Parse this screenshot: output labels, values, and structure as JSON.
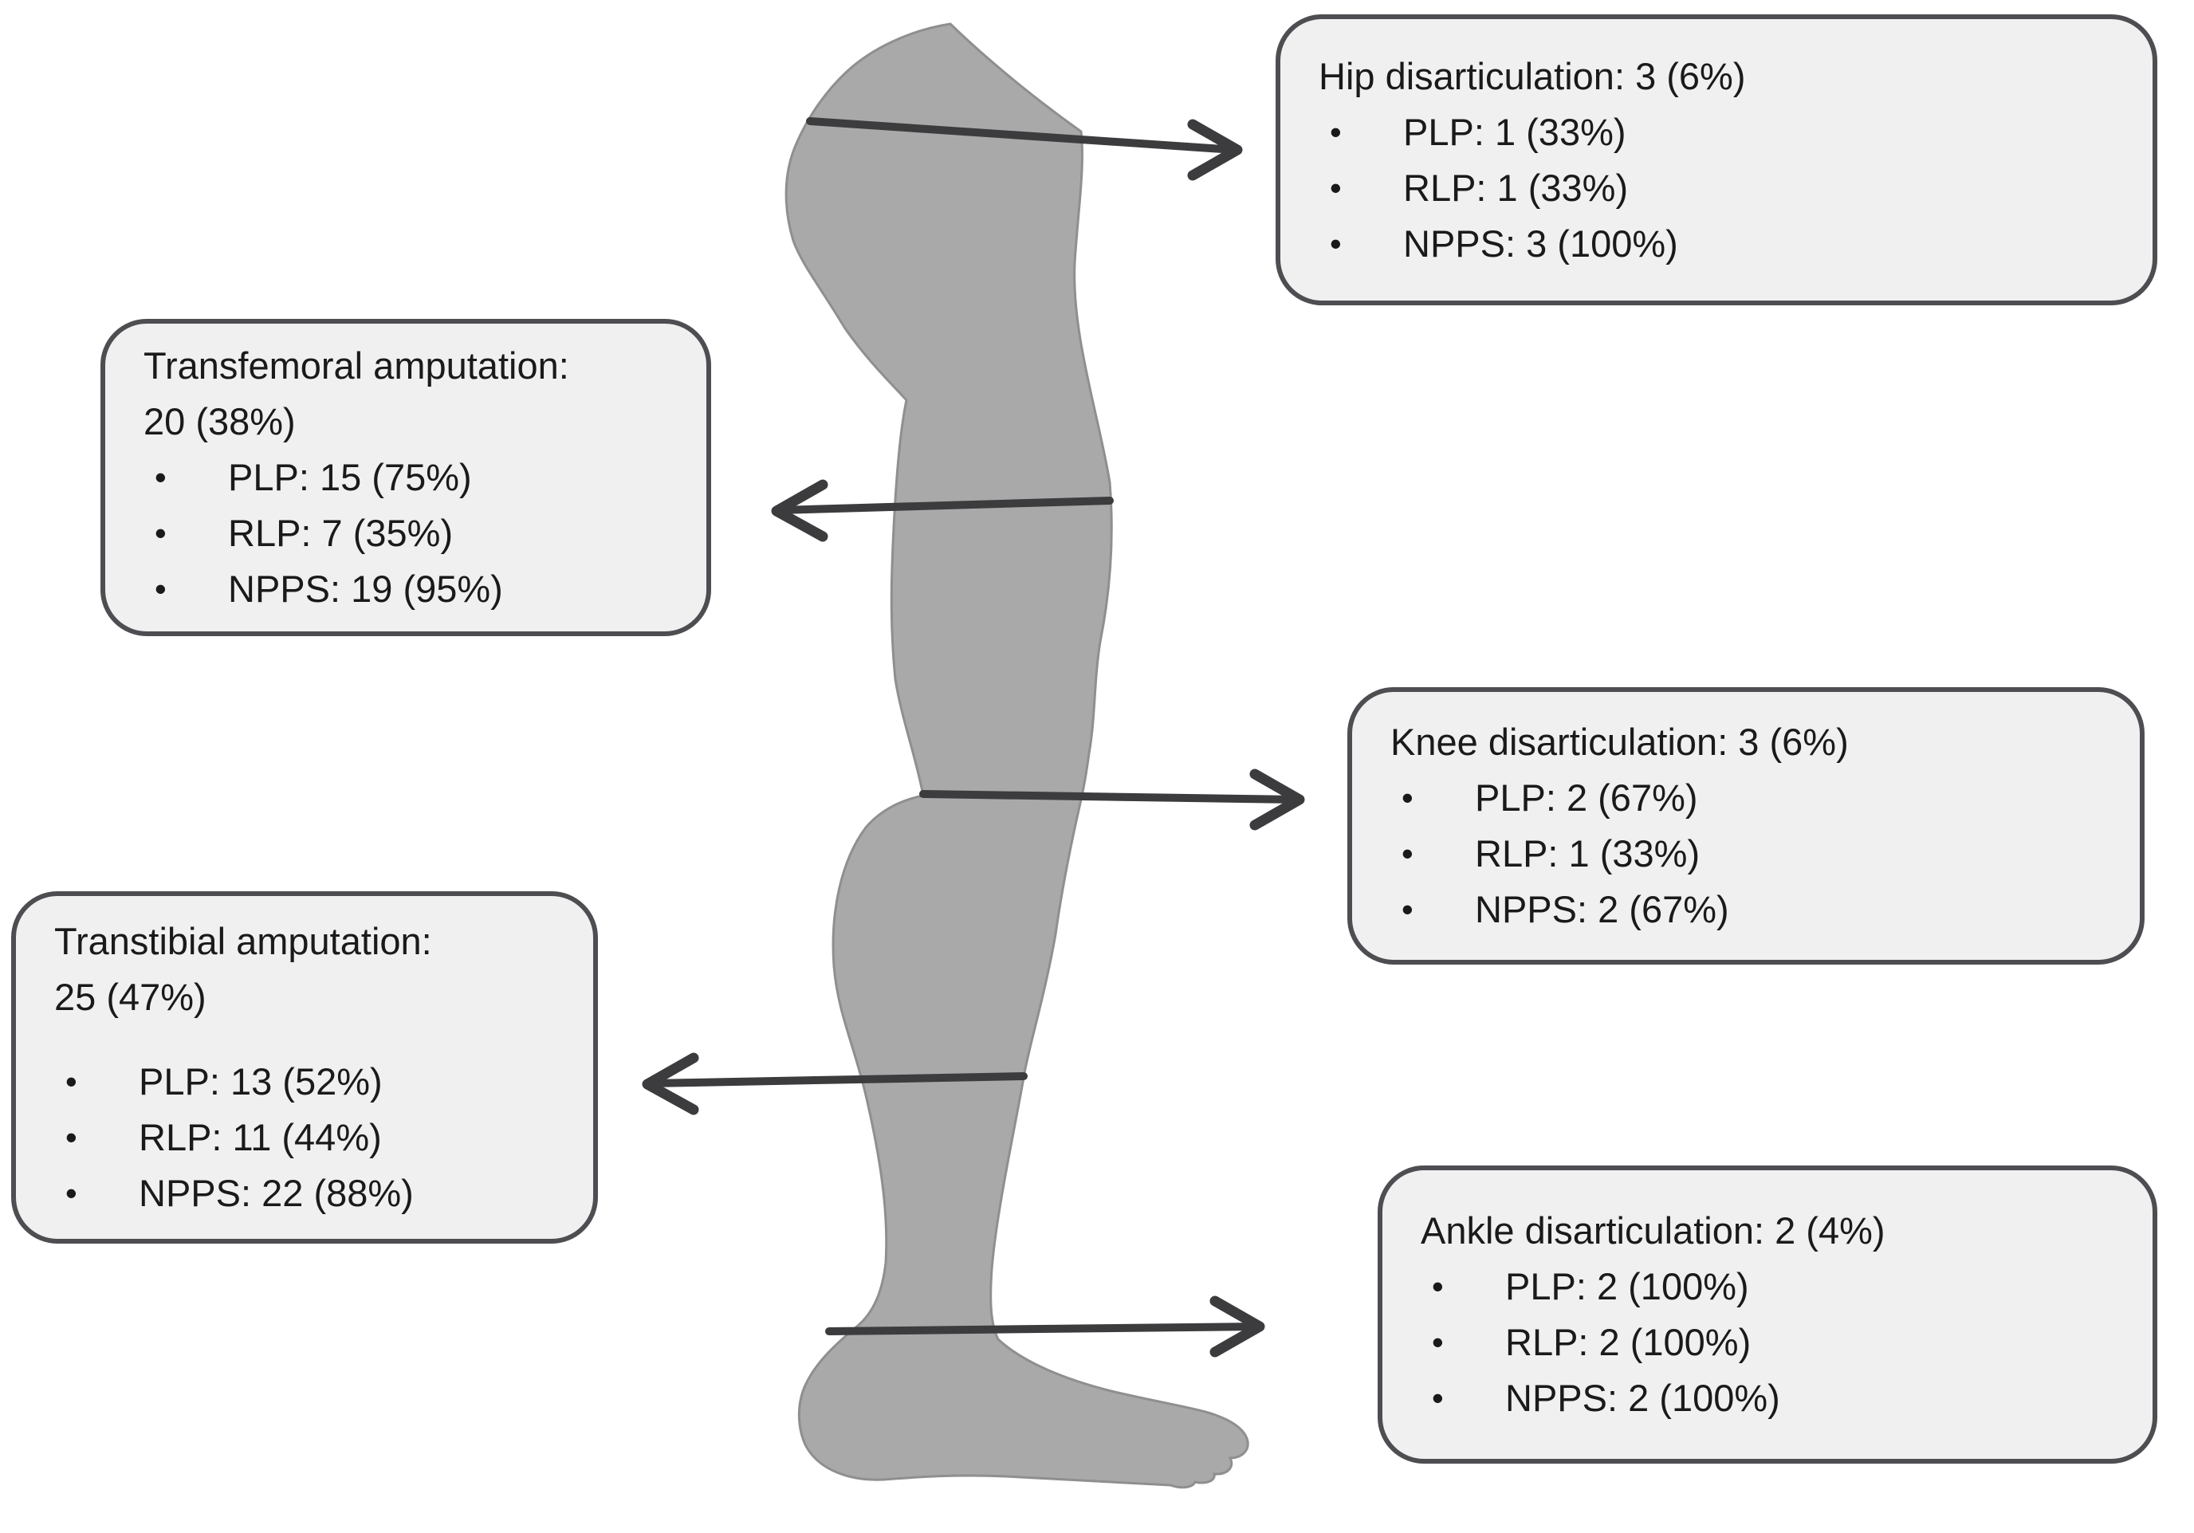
{
  "figure": {
    "bullet_char": "•",
    "colors": {
      "background": "#ffffff",
      "silhouette_fill": "#a9a9a9",
      "silhouette_edge": "#8f8f8f",
      "box_fill": "#f0f0f0",
      "box_border": "#4e4e52",
      "arrow": "#3c3c3e",
      "text": "#1a1a1a"
    },
    "callouts": [
      {
        "id": "hip-disarticulation",
        "title": "Hip disarticulation: 3 (6%)",
        "bullets": [
          "PLP: 1 (33%)",
          "RLP: 1 (33%)",
          "NPPS: 3 (100%)"
        ]
      },
      {
        "id": "transfemoral-amputation",
        "title": "Transfemoral amputation:",
        "title_line2": "20 (38%)",
        "bullets": [
          "PLP: 15 (75%)",
          "RLP: 7 (35%)",
          "NPPS: 19 (95%)"
        ]
      },
      {
        "id": "knee-disarticulation",
        "title": "Knee disarticulation: 3 (6%)",
        "bullets": [
          "PLP: 2 (67%)",
          "RLP: 1 (33%)",
          "NPPS: 2 (67%)"
        ]
      },
      {
        "id": "transtibial-amputation",
        "title": "Transtibial amputation:",
        "title_line2": "25 (47%)",
        "bullets": [
          "PLP: 13 (52%)",
          "RLP: 11 (44%)",
          "NPPS: 22 (88%)"
        ]
      },
      {
        "id": "ankle-disarticulation",
        "title": "Ankle disarticulation: 2 (4%)",
        "bullets": [
          "PLP: 2 (100%)",
          "RLP: 2 (100%)",
          "NPPS: 2 (100%)"
        ]
      }
    ]
  }
}
